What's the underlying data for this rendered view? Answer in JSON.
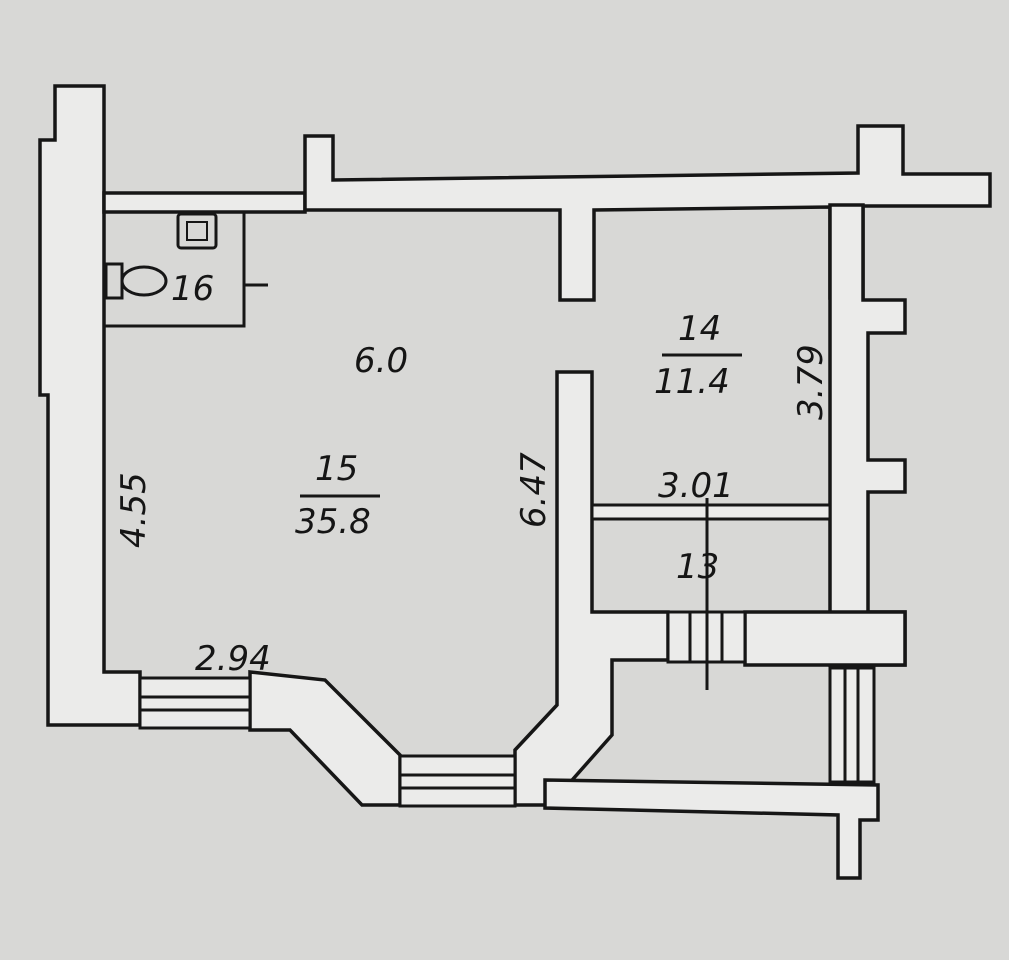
{
  "plan": {
    "rooms": [
      {
        "number": "16",
        "area": ""
      },
      {
        "number": "15",
        "area": "35.8"
      },
      {
        "number": "14",
        "area": "11.4"
      },
      {
        "number": "13",
        "area": ""
      }
    ],
    "dimensions": {
      "top_width": "6.0",
      "left_height": "4.55",
      "bottom_width": "2.94",
      "mid_height": "6.47",
      "right_height": "3.79",
      "right_width": "3.01"
    }
  }
}
